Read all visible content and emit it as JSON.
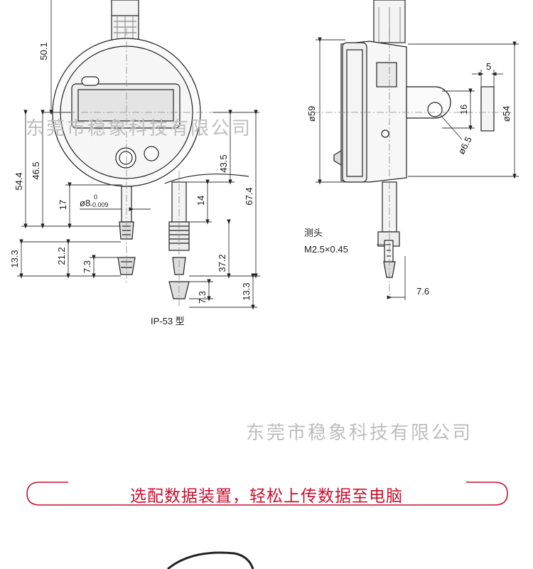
{
  "watermarks": [
    "东莞市稳象科技有限公司",
    "东莞市稳象科技有限公司"
  ],
  "banner": {
    "text": "选配数据装置，轻松上传数据至电脑",
    "color": "#c8102e"
  },
  "front_view": {
    "dims": {
      "height_top": "50.1",
      "total_left": "54.4",
      "body_height": "46.5",
      "stem_len": "17",
      "lower_a": "13.3",
      "lower_b": "21.2",
      "lower_c": "7.3",
      "stem_dia": "ø8",
      "stem_tol_upper": "0",
      "stem_tol_lower": "-0.009"
    }
  },
  "ip53_view": {
    "dims": {
      "a": "43.5",
      "b": "67.4",
      "c": "14",
      "d": "37.2",
      "e": "13.3",
      "f": "7.3"
    },
    "label": "IP-53 型"
  },
  "side_view": {
    "dims": {
      "dia_case": "ø59",
      "dia_back": "ø54",
      "lug_thick": "5",
      "lug_height": "16",
      "hole_dia": "ø6.5",
      "offset": "7.6"
    },
    "probe_label": "测头",
    "thread_label": "M2.5×0.45"
  },
  "colors": {
    "line": "#222222",
    "watermark": "#bdbdbd",
    "accent": "#c8102e"
  }
}
